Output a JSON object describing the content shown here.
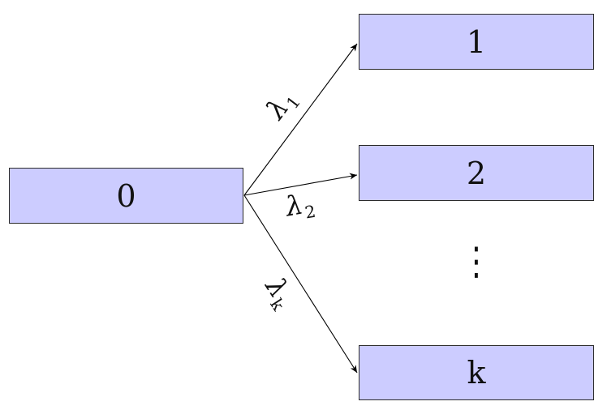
{
  "diagram": {
    "colors": {
      "background": "#ffffff",
      "box_fill": "#ccccff",
      "box_border": "#2b2b2b",
      "arrow": "#000000"
    },
    "node_source": {
      "label": "0"
    },
    "node_target_1": {
      "label": "1"
    },
    "node_target_2": {
      "label": "2"
    },
    "node_target_k": {
      "label": "k"
    },
    "edge_1": {
      "symbol": "λ",
      "subscript": "1"
    },
    "edge_2": {
      "symbol": "λ",
      "subscript": "2"
    },
    "edge_k": {
      "symbol": "λ",
      "subscript": "k"
    },
    "ellipsis": "⋮"
  }
}
